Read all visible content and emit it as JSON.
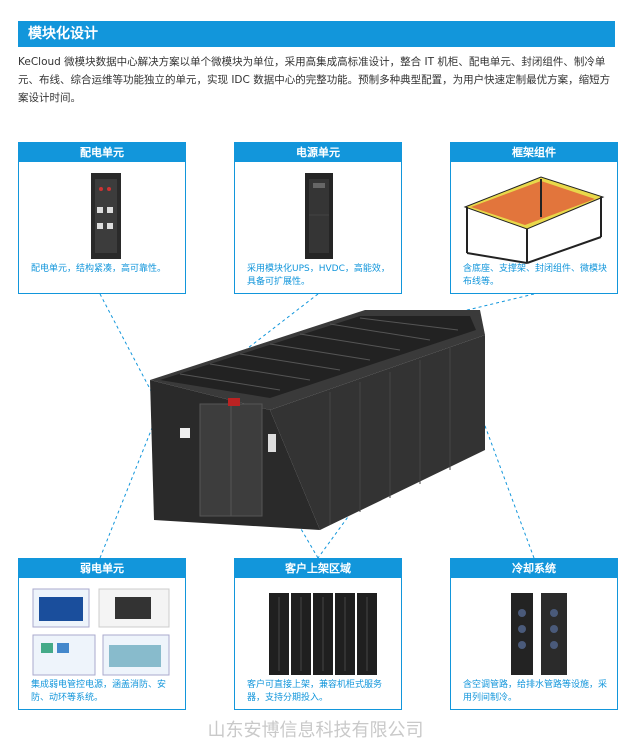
{
  "section": {
    "title": "模块化设计",
    "intro": "KeCloud 微模块数据中心解决方案以单个微模块为单位，采用高集成高标准设计，整合 IT 机柜、配电单元、封闭组件、制冷单元、布线、综合运维等功能独立的单元，实现 IDC 数据中心的完整功能。预制多种典型配置，为用户快速定制最优方案，缩短方案设计时间。"
  },
  "cards": [
    {
      "title": "配电单元",
      "desc": "配电单元，结构紧凑，高可靠性。",
      "icon": "power-distribution-cabinet"
    },
    {
      "title": "电源单元",
      "desc": "采用模块化UPS，HVDC，高能效，具备可扩展性。",
      "icon": "ups-cabinet"
    },
    {
      "title": "框架组件",
      "desc": "含底座、支撑架、封闭组件、微模块布线等。",
      "icon": "frame-assembly"
    },
    {
      "title": "弱电单元",
      "desc": "集成弱电管控电源，涵盖消防、安防、动环等系统。",
      "icon": "monitoring-screens"
    },
    {
      "title": "客户上架区域",
      "desc": "客户可直接上架，兼容机柜式服务器，支持分期投入。",
      "icon": "server-racks"
    },
    {
      "title": "冷却系统",
      "desc": "含空调管路，给排水管路等设施，采用列间制冷。",
      "icon": "cooling-units"
    }
  ],
  "main_illustration": {
    "icon": "micro-module-datacenter"
  },
  "watermark": "山东安博信息科技有限公司",
  "colors": {
    "accent": "#1296db",
    "cabinet": "#2c2c2c"
  }
}
